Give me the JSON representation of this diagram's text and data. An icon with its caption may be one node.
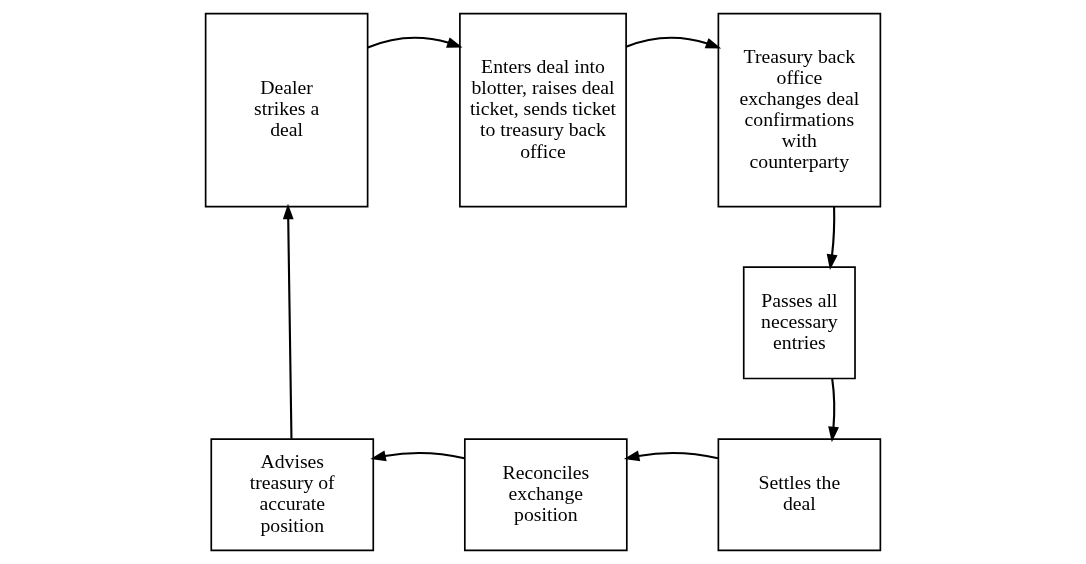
{
  "diagram": {
    "nodes": [
      {
        "text": [
          "Dealer strikes a deal"
        ]
      },
      {
        "text": [
          "Enters deal into blotter, raises deal ticket, sends ticket to treasury back office"
        ]
      },
      {
        "text": [
          "Treasury back office exchanges deal confirmations with counterparty"
        ]
      },
      {
        "text": [
          "Passes all necessary entries"
        ]
      },
      {
        "text": [
          "Settles the deal"
        ]
      },
      {
        "text": [
          "Reconciles exchange position"
        ]
      },
      {
        "text": [
          "Advises treasury of accurate position"
        ]
      }
    ],
    "edges": [
      {
        "from": 0,
        "to": 1,
        "arrow": "to"
      },
      {
        "from": 1,
        "to": 2,
        "arrow": "to"
      },
      {
        "from": 2,
        "to": 3,
        "arrow": "to"
      },
      {
        "from": 3,
        "to": 4,
        "arrow": "to"
      },
      {
        "from": 4,
        "to": 5,
        "arrow": "to"
      },
      {
        "from": 5,
        "to": 6,
        "arrow": "to"
      },
      {
        "from": 6,
        "to": 0,
        "arrow": "to"
      }
    ]
  }
}
